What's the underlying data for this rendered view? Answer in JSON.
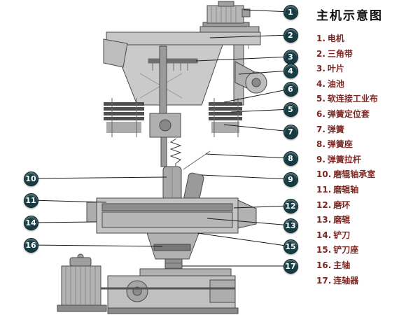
{
  "title": "主机示意图",
  "legend": {
    "items": [
      {
        "num": "1.",
        "label": "电机"
      },
      {
        "num": "2.",
        "label": "三角带"
      },
      {
        "num": "3.",
        "label": "叶片"
      },
      {
        "num": "4.",
        "label": "油池"
      },
      {
        "num": "5.",
        "label": "软连接工业布"
      },
      {
        "num": "6.",
        "label": "弹簧定位套"
      },
      {
        "num": "7.",
        "label": "弹簧"
      },
      {
        "num": "8.",
        "label": "弹簧座"
      },
      {
        "num": "9.",
        "label": "弹簧拉杆"
      },
      {
        "num": "10.",
        "label": "磨辊轴承室"
      },
      {
        "num": "11.",
        "label": "磨辊轴"
      },
      {
        "num": "12.",
        "label": "磨环"
      },
      {
        "num": "13.",
        "label": "磨辊"
      },
      {
        "num": "14.",
        "label": "铲刀"
      },
      {
        "num": "15.",
        "label": "铲刀座"
      },
      {
        "num": "16.",
        "label": "主轴"
      },
      {
        "num": "17.",
        "label": "连轴器"
      }
    ]
  },
  "callouts": [
    "1",
    "2",
    "3",
    "4",
    "5",
    "6",
    "7",
    "8",
    "9",
    "10",
    "11",
    "12",
    "13",
    "14",
    "15",
    "16",
    "17"
  ],
  "colors": {
    "callout_bg": "#143c42",
    "legend_text": "#7c2622",
    "title_text": "#111111"
  }
}
